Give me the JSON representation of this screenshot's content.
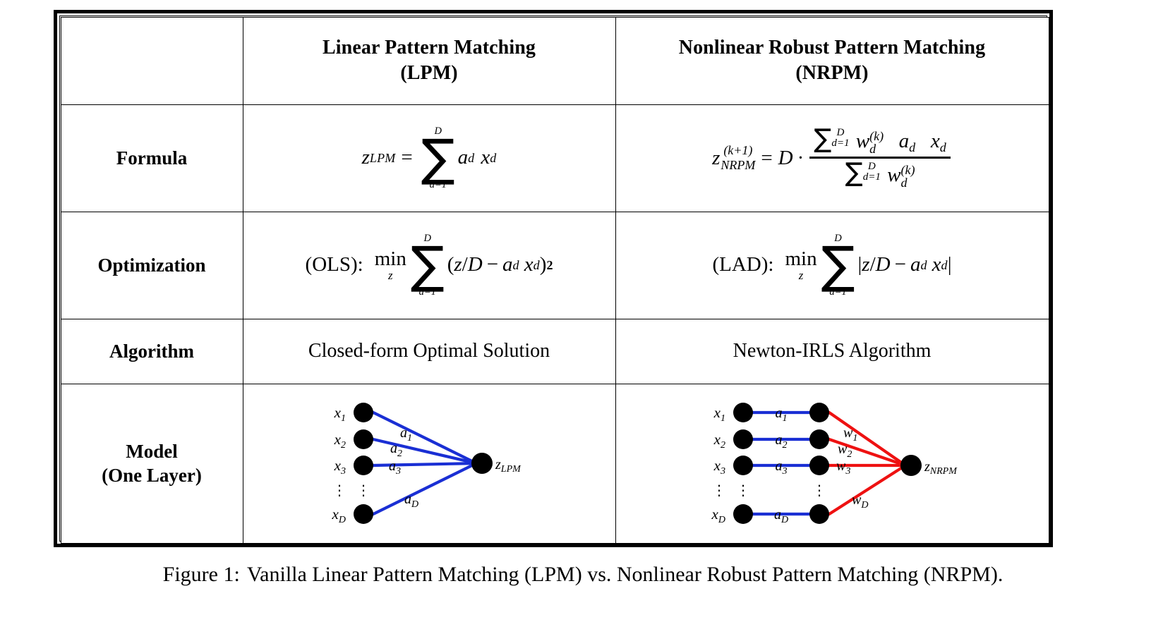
{
  "figure": {
    "caption_label": "Figure 1:",
    "caption_text": "Vanilla Linear Pattern Matching (LPM) vs. Nonlinear Robust Pattern Matching (NRPM)."
  },
  "table": {
    "corner_label": "",
    "columns": [
      {
        "id": "lpm",
        "title_line1": "Linear Pattern Matching",
        "title_line2": "(LPM)"
      },
      {
        "id": "nrpm",
        "title_line1": "Nonlinear Robust Pattern Matching",
        "title_line2": "(NRPM)"
      }
    ],
    "rows": [
      {
        "id": "formula",
        "label_line1": "Formula",
        "label_line2": ""
      },
      {
        "id": "optimization",
        "label_line1": "Optimization",
        "label_line2": ""
      },
      {
        "id": "algorithm",
        "label_line1": "Algorithm",
        "label_line2": ""
      },
      {
        "id": "model",
        "label_line1": "Model",
        "label_line2": "(One Layer)"
      }
    ],
    "formula": {
      "lpm": {
        "lhs_var": "z",
        "lhs_sub": "LPM",
        "equals": "=",
        "sum_upper": "D",
        "sum_lower": "d=1",
        "term_a": "a",
        "term_a_sub": "d",
        "term_x": "x",
        "term_x_sub": "d"
      },
      "nrpm": {
        "lhs_var": "z",
        "lhs_sub": "NRPM",
        "lhs_sup": "(k+1)",
        "equals": "=",
        "factor_D": "D",
        "dot": "·",
        "num_sum_upper": "D",
        "num_sum_lower": "d=1",
        "num_w": "w",
        "num_w_sub": "d",
        "num_w_sup": "(k)",
        "num_a": "a",
        "num_a_sub": "d",
        "num_x": "x",
        "num_x_sub": "d",
        "den_sum_upper": "D",
        "den_sum_lower": "d=1",
        "den_w": "w",
        "den_w_sub": "d",
        "den_w_sup": "(k)"
      }
    },
    "optimization": {
      "lpm": {
        "method": "(OLS):",
        "min": "min",
        "min_var": "z",
        "sum_upper": "D",
        "sum_lower": "d=1",
        "body_open": "(",
        "body_z": "z",
        "body_slash": "/",
        "body_D": "D",
        "body_minus": "−",
        "body_a": "a",
        "body_a_sub": "d",
        "body_x": "x",
        "body_x_sub": "d",
        "body_close": ")",
        "exponent": "2"
      },
      "nrpm": {
        "method": "(LAD):",
        "min": "min",
        "min_var": "z",
        "sum_upper": "D",
        "sum_lower": "d=1",
        "body_open": "|",
        "body_z": "z",
        "body_slash": "/",
        "body_D": "D",
        "body_minus": "−",
        "body_a": "a",
        "body_a_sub": "d",
        "body_x": "x",
        "body_x_sub": "d",
        "body_close": "|"
      }
    },
    "algorithm": {
      "lpm": "Closed-form Optimal Solution",
      "nrpm": "Newton-IRLS Algorithm"
    },
    "model": {
      "lpm": {
        "input_labels": [
          "x₁",
          "x₂",
          "x₃",
          "x_D"
        ],
        "input_base": "x",
        "input_subs": [
          "1",
          "2",
          "3",
          "D"
        ],
        "edge_labels": [
          "a₁",
          "a₂",
          "a₃",
          "a_D"
        ],
        "edge_base": "a",
        "edge_subs": [
          "1",
          "2",
          "3",
          "D"
        ],
        "output_base": "z",
        "output_sub": "LPM",
        "vdots": "⋮",
        "edge_color": "#1a2fd4",
        "node_color": "#000000"
      },
      "nrpm": {
        "input_base": "x",
        "input_subs": [
          "1",
          "2",
          "3",
          "D"
        ],
        "first_edge_base": "a",
        "first_edge_subs": [
          "1",
          "2",
          "3",
          "D"
        ],
        "second_edge_base": "w",
        "second_edge_subs": [
          "1",
          "2",
          "3",
          "D"
        ],
        "output_base": "z",
        "output_sub": "NRPM",
        "vdots": "⋮",
        "first_edge_color": "#1a2fd4",
        "second_edge_color": "#ee1111",
        "node_color": "#000000"
      }
    }
  }
}
